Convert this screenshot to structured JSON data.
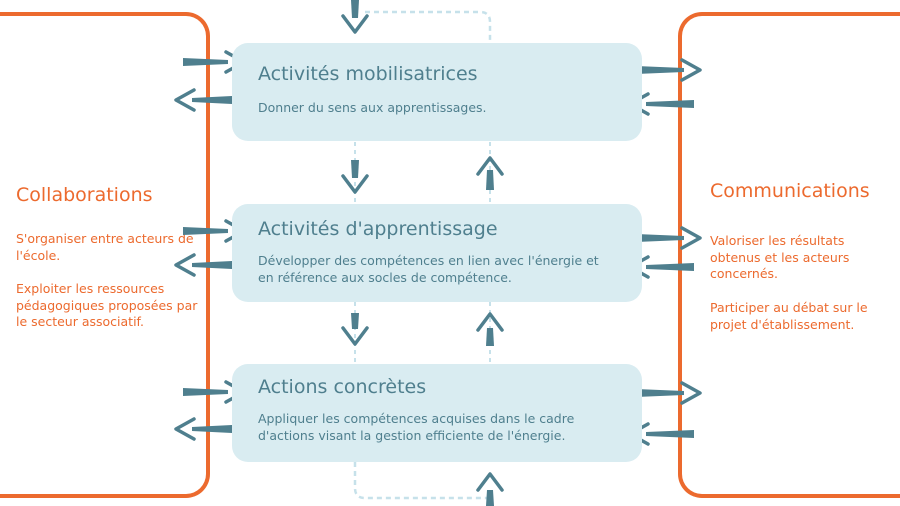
{
  "left": {
    "title": "Collaborations",
    "paragraphs": [
      "S'organiser entre acteurs de l'école.",
      "Exploiter les ressources pédagogiques proposées par le secteur associatif."
    ]
  },
  "right": {
    "title": "Communications",
    "paragraphs": [
      "Valoriser les résultats obtenus et les acteurs concernés.",
      "Participer au débat sur le projet d'établissement."
    ]
  },
  "steps": [
    {
      "title": "Activités mobilisatrices",
      "text": "Donner du sens aux apprentissages."
    },
    {
      "title": "Activités d'apprentissage",
      "text": "Développer des compétences en lien avec l'énergie et en référence aux socles de compétence."
    },
    {
      "title": "Actions concrètes",
      "text": "Appliquer les compétences acquises dans le cadre d'actions visant la gestion efficiente de l'énergie."
    }
  ],
  "colors": {
    "orange": "#ec6a2e",
    "box_fill": "#d9ecf1",
    "arrow": "#4f7f8e",
    "dashed": "#c6e1ea"
  }
}
